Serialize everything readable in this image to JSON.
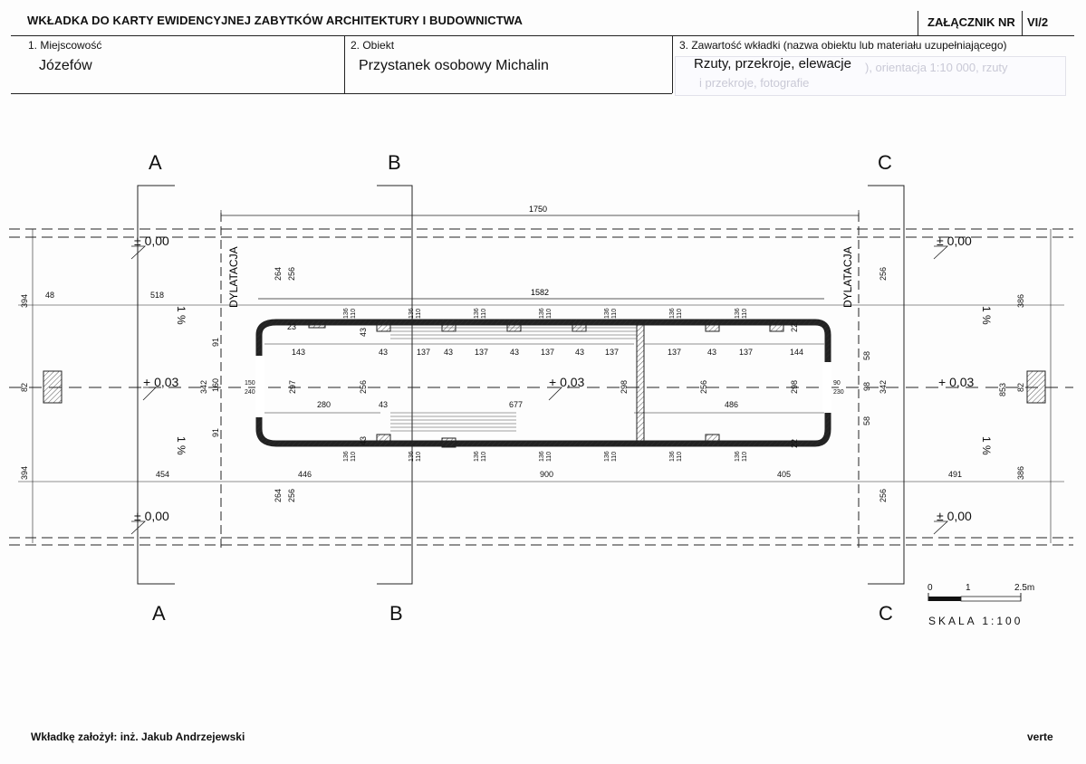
{
  "header": {
    "title": "WKŁADKA DO KARTY EWIDENCYJNEJ ZABYTKÓW ARCHITEKTURY I BUDOWNICTWA",
    "annex_label": "ZAŁĄCZNIK NR",
    "annex_number": "VI/2"
  },
  "fields": {
    "locality_label": "1. Miejscowość",
    "locality_value": "Józefów",
    "object_label": "2. Obiekt",
    "object_value": "Przystanek osobowy Michalin",
    "content_label": "3. Zawartość wkładki (nazwa obiektu lub materiału uzupełniającego)",
    "content_value": "Rzuty, przekroje, elewacje",
    "content_faint_1": "), orientacja 1:10 000, rzuty",
    "content_faint_2": "i przekroje, fotografie"
  },
  "drawing": {
    "sections": [
      "A",
      "B",
      "C"
    ],
    "expansion_joint": "DYLATACJA",
    "level_zero": "± 0,00",
    "level_platform": "+ 0,03",
    "slope": "1 %",
    "dims": {
      "total_length": "1750",
      "inner_length": "1582",
      "left_edge": "48",
      "left_ext": "518",
      "left_ext_bottom": "454",
      "bay_left": "446",
      "bay_mid": "900",
      "bay_right": "405",
      "right_ext": "491",
      "right_ext_top": "386",
      "right_ext_bottom": "386",
      "side_top": "394",
      "side_bottom": "394",
      "center_82": "82",
      "center_82b": "82",
      "overall_853": "853",
      "d143": "143",
      "d43": "43",
      "d137": "137",
      "d144": "144",
      "d280": "280",
      "d677": "677",
      "d486": "486",
      "d297": "297",
      "d298": "298",
      "d298b": "298",
      "d256": "256",
      "d264": "264",
      "d342": "342",
      "d342b": "342",
      "d160": "160",
      "d91": "91",
      "d23": "23",
      "d22": "22",
      "d58": "58",
      "d98": "98",
      "door_l_top": "150",
      "door_l_bot": "240",
      "door_r_top": "90",
      "door_r_bot": "230",
      "pier_a": "136",
      "pier_b": "110"
    },
    "scale": {
      "tick0": "0",
      "tick1": "1",
      "tick2": "2.5m",
      "label": "SKALA 1:100"
    }
  },
  "footer": {
    "author": "Wkładkę założył: inż. Jakub Andrzejewski",
    "verte": "verte"
  }
}
